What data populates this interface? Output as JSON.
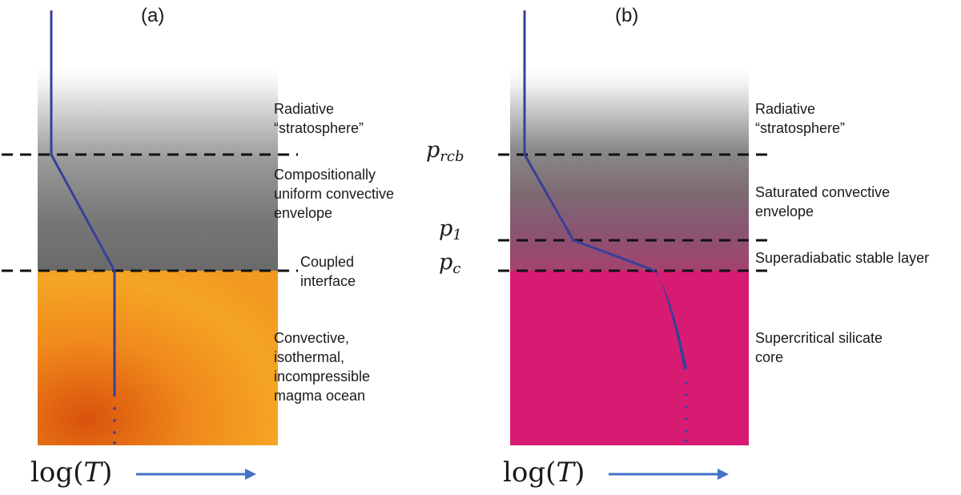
{
  "panel_a": {
    "label": "(a)",
    "regions": {
      "stratosphere": [
        "Radiative",
        "“stratosphere”"
      ],
      "envelope": [
        "Compositionally",
        "uniform convective",
        "envelope"
      ],
      "interface": [
        "Coupled",
        "interface"
      ],
      "ocean": [
        "Convective,",
        "isothermal,",
        "incompressible",
        "magma ocean"
      ]
    },
    "axis_label": {
      "prefix": "log(",
      "var": "T",
      "suffix": ")"
    }
  },
  "panel_b": {
    "label": "(b)",
    "regions": {
      "stratosphere": [
        "Radiative",
        "“stratosphere”"
      ],
      "envelope": [
        "Saturated convective",
        "envelope"
      ],
      "stable_layer": "Superadiabatic stable layer",
      "core": [
        "Supercritical silicate",
        "core"
      ]
    },
    "pressure_labels": {
      "p_rcb": {
        "base": "p",
        "sub": "rcb"
      },
      "p_1": {
        "base": "p",
        "sub": "1"
      },
      "p_c": {
        "base": "p",
        "sub": "c"
      }
    },
    "axis_label": {
      "prefix": "log(",
      "var": "T",
      "suffix": ")"
    }
  },
  "colors": {
    "profile_line": "#3a3f9a",
    "arrow": "#4472c4",
    "dashed_line": "#111111",
    "gas_gray": "#6e6e6e",
    "magma_orange": "#f08a1c",
    "core_magenta": "#d81b72"
  }
}
